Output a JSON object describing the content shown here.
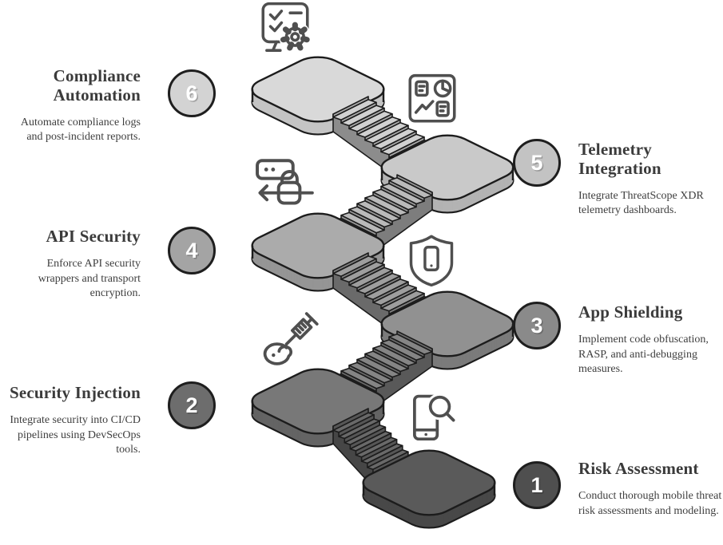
{
  "steps": [
    {
      "number": "1",
      "title": "Risk Assessment",
      "description": "Conduct thorough mobile threat risk assessments and modeling.",
      "side": "right",
      "icon": "smartphone-magnifier-icon",
      "circle_color": "#4f4f4f",
      "platform_top_color": "#5a5a5a",
      "platform_side_color": "#484848"
    },
    {
      "number": "2",
      "title": "Security Injection",
      "description": "Integrate security into CI/CD pipelines using DevSecOps tools.",
      "side": "left",
      "icon": "syringe-injection-icon",
      "circle_color": "#6d6d6d",
      "platform_top_color": "#787878",
      "platform_side_color": "#646464"
    },
    {
      "number": "3",
      "title": "App Shielding",
      "description": "Implement code obfuscation, RASP, and anti-debugging measures.",
      "side": "right",
      "icon": "shield-smartphone-icon",
      "circle_color": "#8a8a8a",
      "platform_top_color": "#919191",
      "platform_side_color": "#7b7b7b"
    },
    {
      "number": "4",
      "title": "API Security",
      "description": "Enforce API security wrappers and transport encryption.",
      "side": "left",
      "icon": "api-lock-arrow-icon",
      "circle_color": "#a4a4a4",
      "platform_top_color": "#ababab",
      "platform_side_color": "#959595"
    },
    {
      "number": "5",
      "title": "Telemetry Integration",
      "description": "Integrate ThreatScope XDR telemetry dashboards.",
      "side": "right",
      "icon": "telemetry-dashboard-icon",
      "circle_color": "#c3c3c3",
      "platform_top_color": "#c9c9c9",
      "platform_side_color": "#b3b3b3"
    },
    {
      "number": "6",
      "title": "Compliance Automation",
      "description": "Automate compliance logs and post-incident reports.",
      "side": "left",
      "icon": "compliance-checklist-gear-icon",
      "circle_color": "#d3d3d3",
      "platform_top_color": "#d9d9d9",
      "platform_side_color": "#c4c4c4"
    }
  ],
  "colors": {
    "outline": "#1c1c1c",
    "icon_stroke": "#4f4f4f",
    "title_text": "#3b3b3b",
    "body_text": "#3e3e3e",
    "number_text": "#ffffff",
    "background": "#ffffff"
  }
}
